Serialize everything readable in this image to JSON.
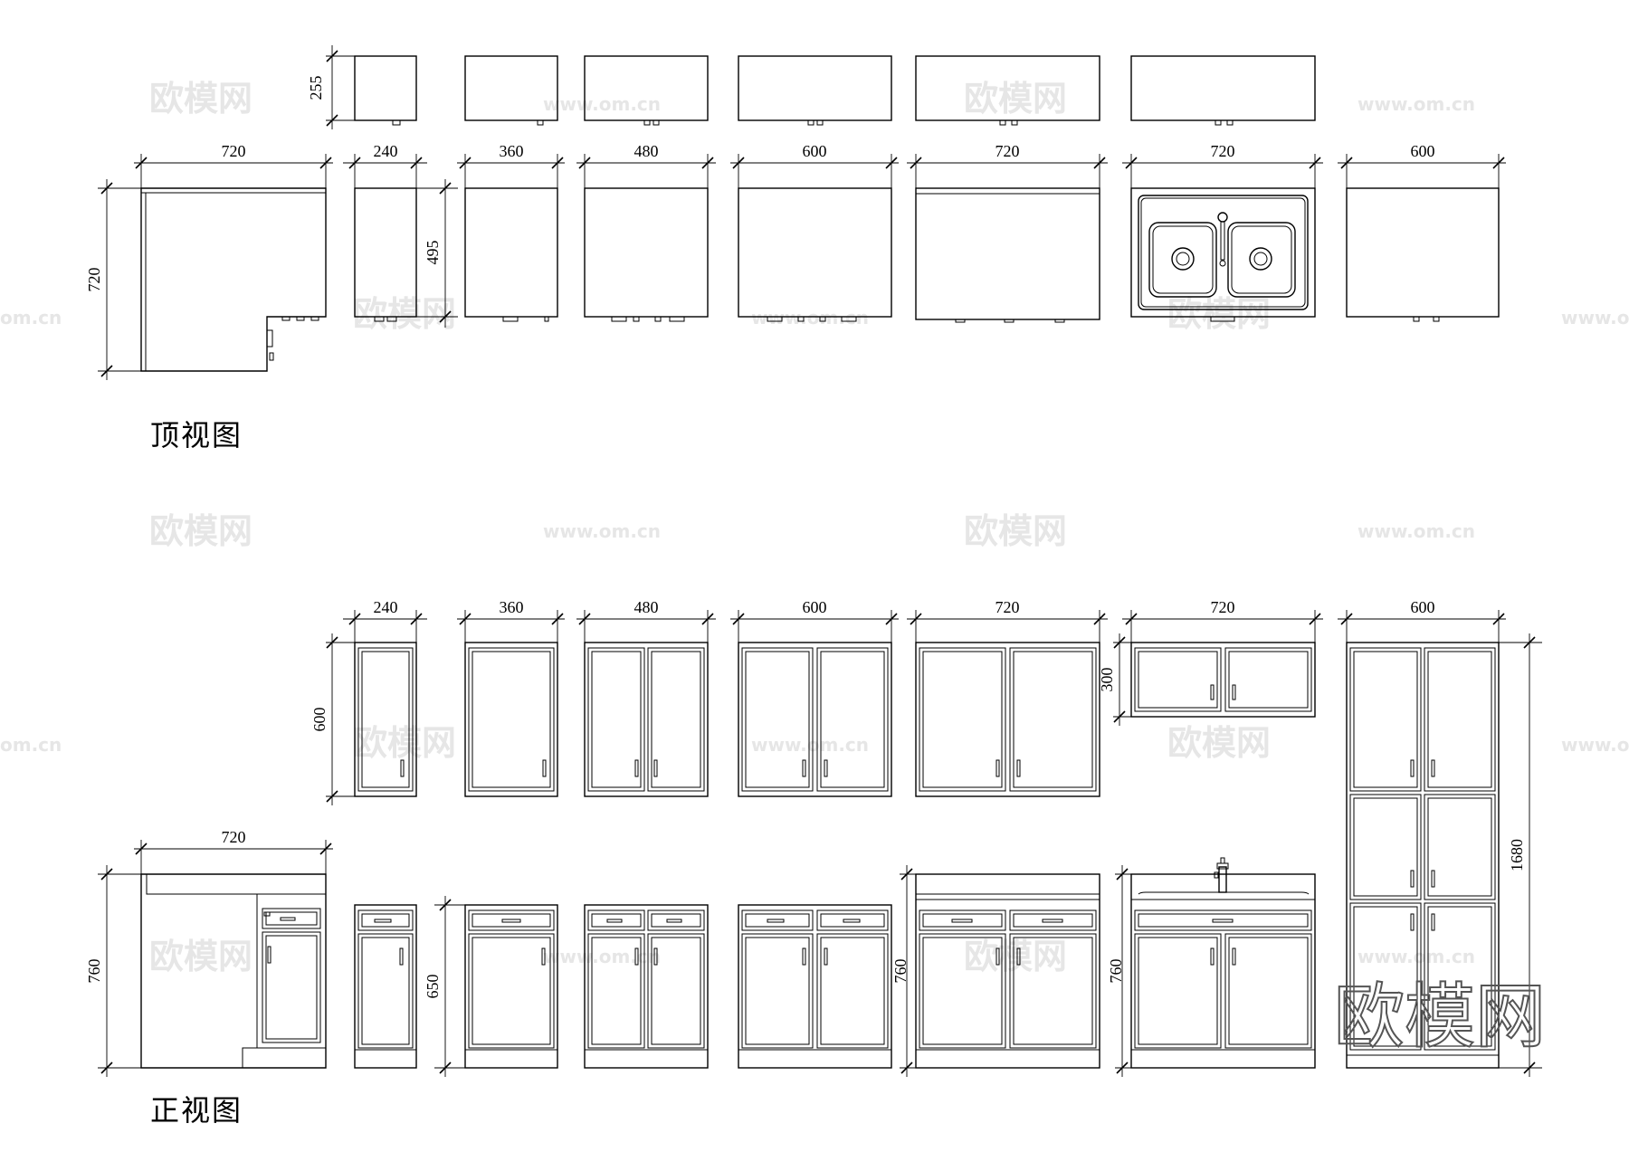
{
  "top_view": {
    "label": "顶视图",
    "wall_row": {
      "height_dim": "255",
      "widths": [
        "240",
        "360",
        "480",
        "600",
        "720",
        "720"
      ]
    },
    "base_row": {
      "corner_width": "720",
      "corner_depth": "720",
      "cabinet_depth": "495",
      "widths": [
        "240",
        "360",
        "480",
        "600",
        "720",
        "720",
        "600"
      ]
    }
  },
  "front_view": {
    "label": "正视图",
    "wall_row": {
      "widths": [
        "240",
        "360",
        "480",
        "600",
        "720",
        "720"
      ],
      "wall_height": "600",
      "sink_wall_height": "300"
    },
    "tall_cabinet": {
      "width": "600",
      "height": "1680"
    },
    "base_row": {
      "corner_width": "720",
      "corner_height": "760",
      "base_height": "650",
      "counter_height_1": "760",
      "counter_height_2": "760"
    }
  },
  "watermarks": {
    "brand": "欧模网",
    "site": "www.om.cn",
    "site_edge": "om.cn",
    "site_edge_right": "www.o"
  }
}
